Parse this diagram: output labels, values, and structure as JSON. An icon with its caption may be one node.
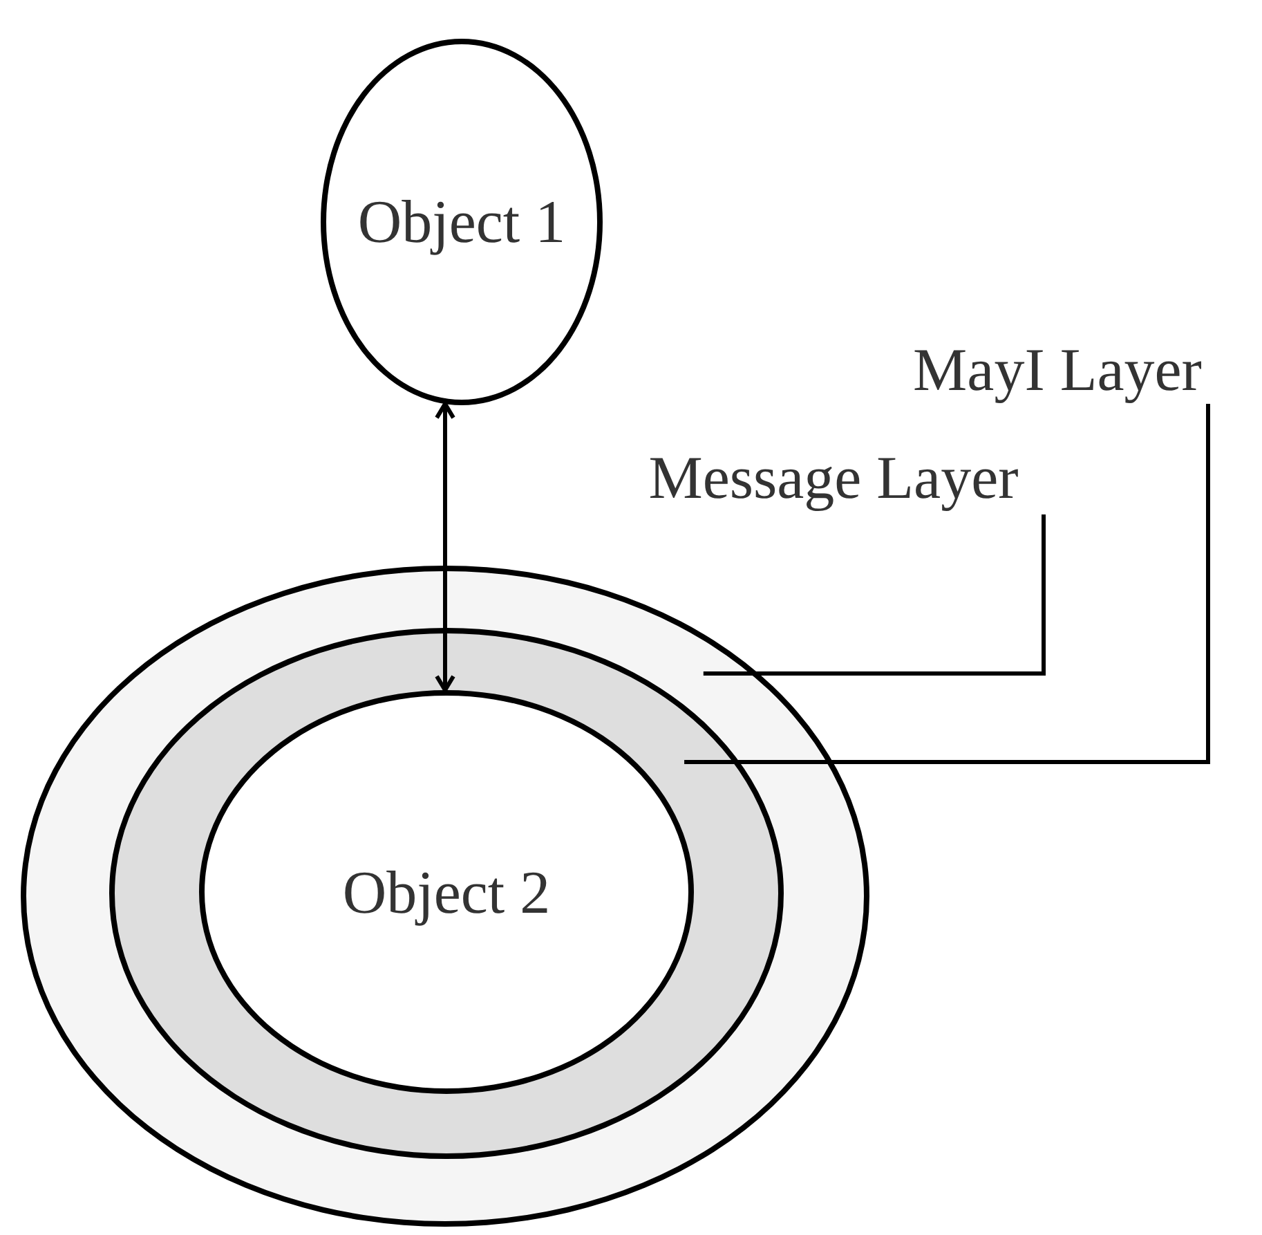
{
  "diagram": {
    "nodes": [
      {
        "text": [
          "Object 1"
        ]
      },
      {
        "text": [
          "MayI Layer"
        ]
      },
      {
        "text": [
          "Message Layer"
        ]
      },
      {
        "text": [],
        "shape": "circle"
      },
      {
        "text": [],
        "shape": "circle",
        "in": 3
      },
      {
        "text": [
          "Object 2"
        ],
        "in": 4
      }
    ],
    "edges": [
      {
        "from": 0,
        "to": 5,
        "arrow": "both"
      },
      {
        "from": 2,
        "to": 3,
        "arrow": "none"
      },
      {
        "from": 1,
        "to": 4,
        "arrow": "none"
      }
    ]
  }
}
